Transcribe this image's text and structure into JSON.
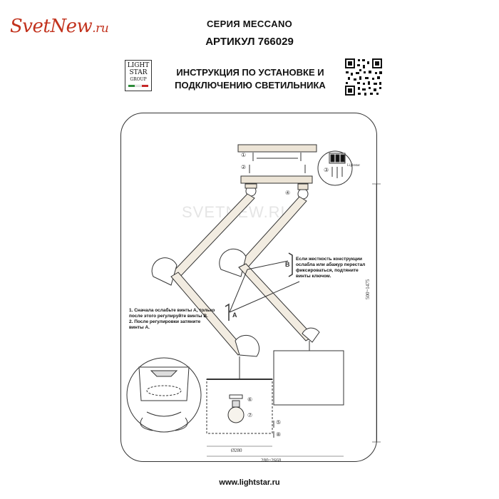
{
  "logo": {
    "main": "SvetNew",
    "suffix": ".ru"
  },
  "header": {
    "series": "СЕРИЯ MECCANO",
    "article": "АРТИКУЛ 766029",
    "brand": {
      "line1": "LIGHT",
      "line2": "STAR",
      "line3": "GROUP"
    },
    "title_line1": "ИНСТРУКЦИЯ ПО УСТАНОВКЕ И",
    "title_line2": "ПОДКЛЮЧЕНИЮ СВЕТИЛЬНИКА"
  },
  "watermark": "SVETNEW.RU",
  "labels": {
    "a": "A",
    "b": "B",
    "step1": "①",
    "step2": "②",
    "step3": "③",
    "step4": "④",
    "step5": "⑤",
    "step6": "⑥",
    "step7": "⑦",
    "step8": "⑧",
    "lightstar_small": "Lightstar"
  },
  "notes": {
    "left": "1. Сначала ослабьте винты А, только после этого регулируйте винты В.\n2. После регулировки затяните винты А.",
    "right": "Если жесткость конструкции ослабла или абажур перестал фиксироваться, подтяните винты ключом."
  },
  "dimensions": {
    "height": "500~1475",
    "shade_diameter": "Ø280",
    "width": "280~2660"
  },
  "footer": {
    "url": "www.lightstar.ru"
  },
  "colors": {
    "logo": "#c2321d",
    "flag_green": "#2e8b3a",
    "flag_red": "#c62828",
    "line": "#333333"
  }
}
